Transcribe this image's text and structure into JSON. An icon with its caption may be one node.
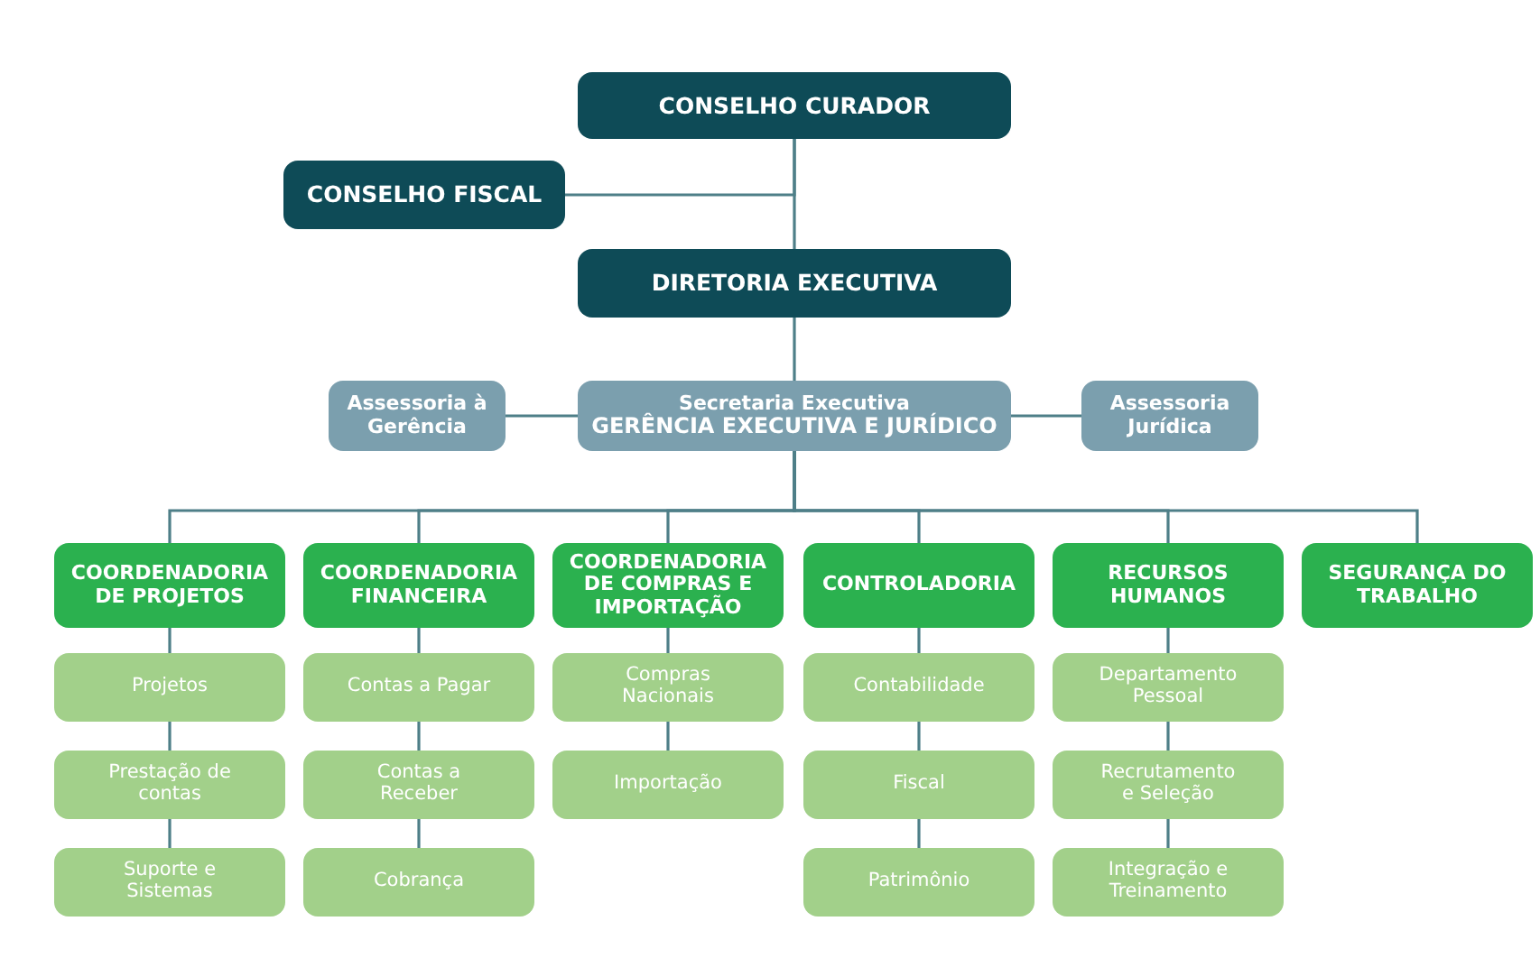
{
  "diagram": {
    "nodes": [
      {
        "text": [
          "CONSELHO CURADOR"
        ]
      },
      {
        "text": [
          "CONSELHO FISCAL"
        ]
      },
      {
        "text": [
          "DIRETORIA EXECUTIVA"
        ]
      },
      {
        "text": [
          "Assessoria à Gerência"
        ]
      },
      {
        "text": [
          "Secretaria Executiva",
          "GERÊNCIA EXECUTIVA E JURÍDICO"
        ]
      },
      {
        "text": [
          "Assessoria Jurídica"
        ]
      },
      {
        "text": [
          "COORDENADORIA DE PROJETOS"
        ]
      },
      {
        "text": [
          "COORDENADORIA FINANCEIRA"
        ]
      },
      {
        "text": [
          "COORDENADORIA DE COMPRAS E IMPORTAÇÃO"
        ]
      },
      {
        "text": [
          "CONTROLADORIA"
        ]
      },
      {
        "text": [
          "RECURSOS HUMANOS"
        ]
      },
      {
        "text": [
          "SEGURANÇA DO TRABALHO"
        ]
      },
      {
        "text": [
          "Projetos"
        ]
      },
      {
        "text": [
          "Prestação de contas"
        ]
      },
      {
        "text": [
          "Suporte e Sistemas"
        ]
      },
      {
        "text": [
          "Contas a Pagar"
        ]
      },
      {
        "text": [
          "Contas a Receber"
        ]
      },
      {
        "text": [
          "Cobrança"
        ]
      },
      {
        "text": [
          "Compras Nacionais"
        ]
      },
      {
        "text": [
          "Importação"
        ]
      },
      {
        "text": [
          "Contabilidade"
        ]
      },
      {
        "text": [
          "Fiscal"
        ]
      },
      {
        "text": [
          "Patrimônio"
        ]
      },
      {
        "text": [
          "Departamento Pessoal"
        ]
      },
      {
        "text": [
          "Recrutamento e Seleção"
        ]
      },
      {
        "text": [
          "Integração e Treinamento"
        ]
      }
    ],
    "edges": [
      {
        "from": 0,
        "to": 2,
        "arrow": "none"
      },
      {
        "from": 0,
        "to": 1,
        "arrow": "none"
      },
      {
        "from": 2,
        "to": 4,
        "arrow": "none"
      },
      {
        "from": 4,
        "to": 3,
        "arrow": "none"
      },
      {
        "from": 4,
        "to": 5,
        "arrow": "none"
      },
      {
        "from": 4,
        "to": 6,
        "arrow": "none"
      },
      {
        "from": 4,
        "to": 7,
        "arrow": "none"
      },
      {
        "from": 4,
        "to": 8,
        "arrow": "none"
      },
      {
        "from": 4,
        "to": 9,
        "arrow": "none"
      },
      {
        "from": 4,
        "to": 10,
        "arrow": "none"
      },
      {
        "from": 4,
        "to": 11,
        "arrow": "none"
      },
      {
        "from": 6,
        "to": 12,
        "arrow": "none"
      },
      {
        "from": 12,
        "to": 13,
        "arrow": "none"
      },
      {
        "from": 13,
        "to": 14,
        "arrow": "none"
      },
      {
        "from": 7,
        "to": 15,
        "arrow": "none"
      },
      {
        "from": 15,
        "to": 16,
        "arrow": "none"
      },
      {
        "from": 16,
        "to": 17,
        "arrow": "none"
      },
      {
        "from": 8,
        "to": 18,
        "arrow": "none"
      },
      {
        "from": 18,
        "to": 19,
        "arrow": "none"
      },
      {
        "from": 9,
        "to": 20,
        "arrow": "none"
      },
      {
        "from": 20,
        "to": 21,
        "arrow": "none"
      },
      {
        "from": 21,
        "to": 22,
        "arrow": "none"
      },
      {
        "from": 10,
        "to": 23,
        "arrow": "none"
      },
      {
        "from": 23,
        "to": 24,
        "arrow": "none"
      },
      {
        "from": 24,
        "to": 25,
        "arrow": "none"
      }
    ]
  }
}
